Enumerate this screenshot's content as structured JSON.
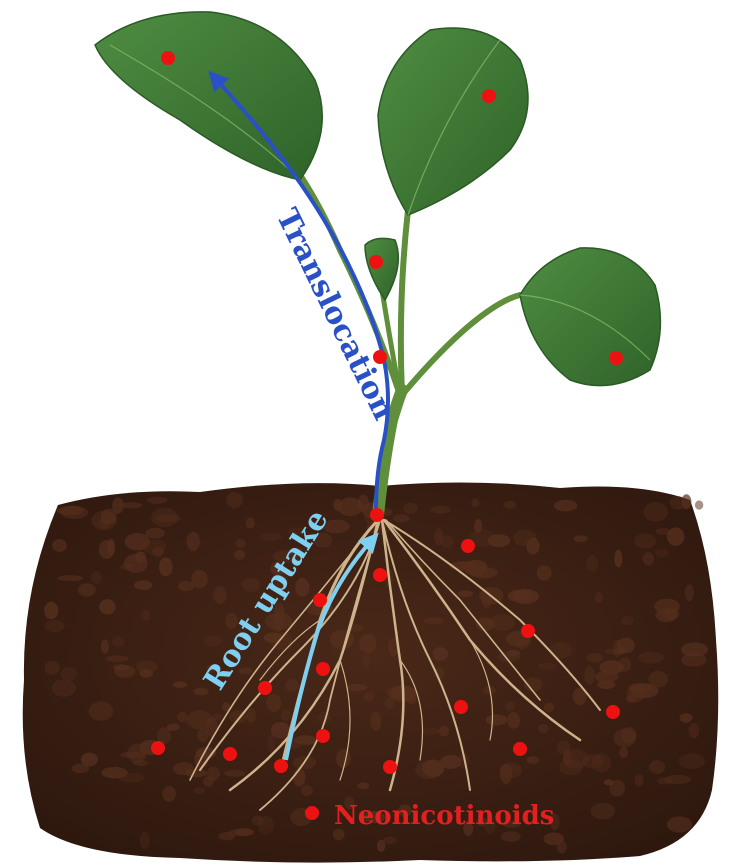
{
  "labels": {
    "translocation": "Translocation",
    "root_uptake": "Root uptake",
    "neonicotinoids": "Neonicotinoids"
  },
  "colors": {
    "background": "#ffffff",
    "soil": "#3d2114",
    "soil_clod": "#5a3220",
    "leaf": "#3f7a35",
    "leaf_edge": "#2b5a25",
    "stem": "#5f8f3a",
    "root": "#cdb48c",
    "translocation_arrow": "#2a50c8",
    "root_uptake_arrow": "#7fd0f0",
    "neonicotinoid_dot": "#ee1111",
    "neonicotinoid_text": "#e32020"
  },
  "icons": [
    "neonicotinoid-dot",
    "translocation-arrow",
    "root-uptake-arrow"
  ]
}
